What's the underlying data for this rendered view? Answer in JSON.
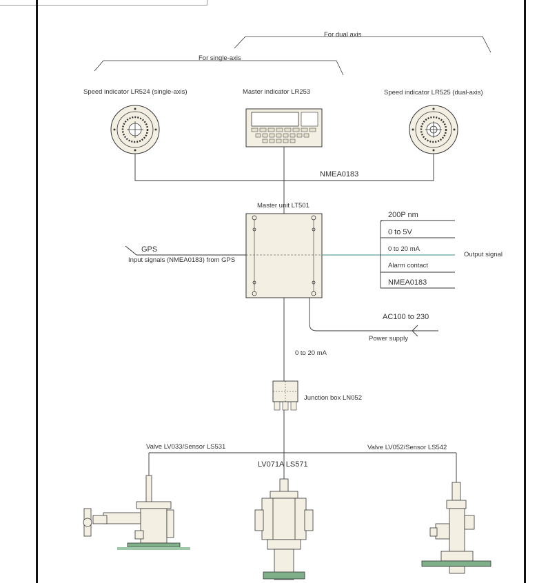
{
  "labels": {
    "dual_axis": "For dual axis",
    "single_axis": "For single-axis",
    "speed_single": "Speed indicator LR524 (single-axis)",
    "master_indicator": "Master indicator LR253",
    "speed_dual": "Speed indicator LR525 (dual-axis)",
    "nmea_bus": "NMEA0183",
    "master_unit": "Master unit LT501",
    "gps": "GPS",
    "input_signals": "Input signals (NMEA0183) from GPS",
    "out_200p": "200P nm",
    "out_0to5v": "0 to 5V",
    "out_0to20ma": "0 to 20 mA",
    "out_alarm": "Alarm contact",
    "out_nmea": "NMEA0183",
    "output_signal": "Output signal",
    "ac_power": "AC100 to 230",
    "power_supply": "Power supply",
    "ma_line": "0 to 20 mA",
    "junction_box": "Junction box LN052",
    "valve_left": "Valve LV033/Sensor LS531",
    "valve_center": "LV071A  LS571",
    "valve_right": "Valve LV052/Sensor LS542"
  },
  "colors": {
    "line": "#2a2a2a",
    "signal_line": "#3a8a8a",
    "device_fill": "#f3efe3",
    "valve_base": "#7fb08a"
  },
  "icons": [
    "speed-dial-icon",
    "master-indicator-icon",
    "master-unit-icon",
    "junction-box-icon",
    "valve-icon"
  ]
}
